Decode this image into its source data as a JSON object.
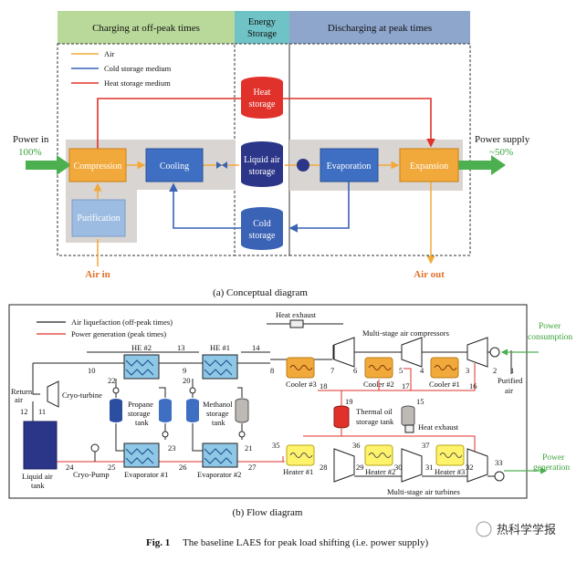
{
  "top": {
    "header_charging": "Charging at off-peak times",
    "header_storage_line1": "Energy",
    "header_storage_line2": "Storage",
    "header_discharging": "Discharging at peak times",
    "legend": [
      {
        "label": "Air",
        "color": "#f2a93b"
      },
      {
        "label": "Cold storage medium",
        "color": "#3a62b5"
      },
      {
        "label": "Heat storage medium",
        "color": "#e0322a"
      }
    ],
    "power_in": "Power in",
    "power_in_pct": "100%",
    "power_supply": "Power supply",
    "power_supply_pct": "~50%",
    "compression": "Compression",
    "cooling": "Cooling",
    "liquid_air_l1": "Liquid air",
    "liquid_air_l2": "storage",
    "evaporation": "Evaporation",
    "expansion": "Expansion",
    "purification": "Purification",
    "heat_storage_l1": "Heat",
    "heat_storage_l2": "storage",
    "cold_storage_l1": "Cold",
    "cold_storage_l2": "storage",
    "air_in": "Air in",
    "air_out": "Air out",
    "caption": "(a) Conceptual diagram"
  },
  "bottom": {
    "legend_liquefaction": "Air liquefaction (off-peak times)",
    "legend_power_gen": "Power generation (peak times)",
    "heat_exhaust_top": "Heat exhaust",
    "compressors": "Multi-stage air compressors",
    "power_consumption_l1": "Power",
    "power_consumption_l2": "consumption",
    "power_generation_l1": "Power",
    "power_generation_l2": "generation",
    "he2": "HE #2",
    "he1": "HE #1",
    "return_air_l1": "Return",
    "return_air_l2": "air",
    "cryo_turbine": "Cryo-turbine",
    "propane_l1": "Propane",
    "propane_l2": "storage",
    "propane_l3": "tank",
    "methanol_l1": "Methanol",
    "methanol_l2": "storage",
    "methanol_l3": "tank",
    "cooler3": "Cooler #3",
    "cooler2": "Cooler #2",
    "cooler1": "Cooler #1",
    "purified_l1": "Purified",
    "purified_l2": "air",
    "thermal_oil_l1": "Thermal oil",
    "thermal_oil_l2": "storage tank",
    "heat_exhaust_mid": "Heat exhaust",
    "liquid_air_tank_l1": "Liquid air",
    "liquid_air_tank_l2": "tank",
    "cryo_pump": "Cryo-Pump",
    "evaporator1": "Evaporator #1",
    "evaporator2": "Evaporator #2",
    "heater1": "Heater #1",
    "heater2": "Heater #2",
    "heater3": "Heater #3",
    "turbines": "Multi-stage air turbines",
    "caption": "(b) Flow diagram",
    "nodes": [
      "1",
      "2",
      "3",
      "4",
      "5",
      "6",
      "7",
      "8",
      "9",
      "10",
      "11",
      "12",
      "13",
      "14",
      "15",
      "16",
      "17",
      "18",
      "19",
      "20",
      "21",
      "22",
      "23",
      "24",
      "25",
      "26",
      "27",
      "28",
      "29",
      "30",
      "31",
      "32",
      "33",
      "35",
      "36",
      "37"
    ]
  },
  "figure": {
    "fig_label": "Fig. 1",
    "fig_text": "The baseline LAES for peak load shifting (i.e. power supply)",
    "watermark": "热科学学报"
  }
}
